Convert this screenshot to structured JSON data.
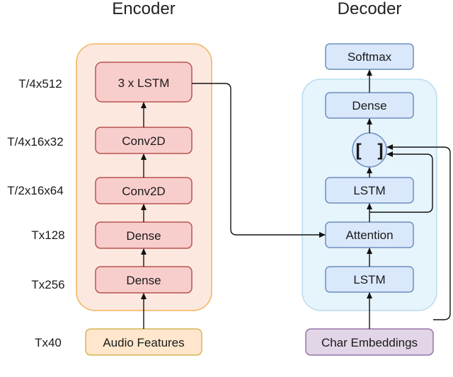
{
  "encoder": {
    "title": "Encoder",
    "blocks": [
      "3 x LSTM",
      "Conv2D",
      "Conv2D",
      "Dense",
      "Dense"
    ],
    "input": "Audio Features",
    "dims": [
      "T/4x512",
      "T/4x16x32",
      "T/2x16x64",
      "Tx128",
      "Tx256",
      "Tx40"
    ]
  },
  "decoder": {
    "title": "Decoder",
    "softmax": "Softmax",
    "dense": "Dense",
    "concat": "[ ]",
    "lstm_top": "LSTM",
    "attention": "Attention",
    "lstm_bottom": "LSTM",
    "input": "Char Embeddings"
  },
  "colors": {
    "encoder_bg": "#fde8e0",
    "encoder_border": "#f0b45a",
    "encoder_block": "#f8cecc",
    "encoder_block_border": "#b85450",
    "audio_bg": "#ffe6cc",
    "audio_border": "#d6b656",
    "decoder_bg": "#e6f4fb",
    "decoder_border": "#b9dcf0",
    "decoder_block": "#dae8fc",
    "decoder_block_border": "#6c8ebf",
    "char_bg": "#e1d5e7",
    "char_border": "#9673a6"
  }
}
